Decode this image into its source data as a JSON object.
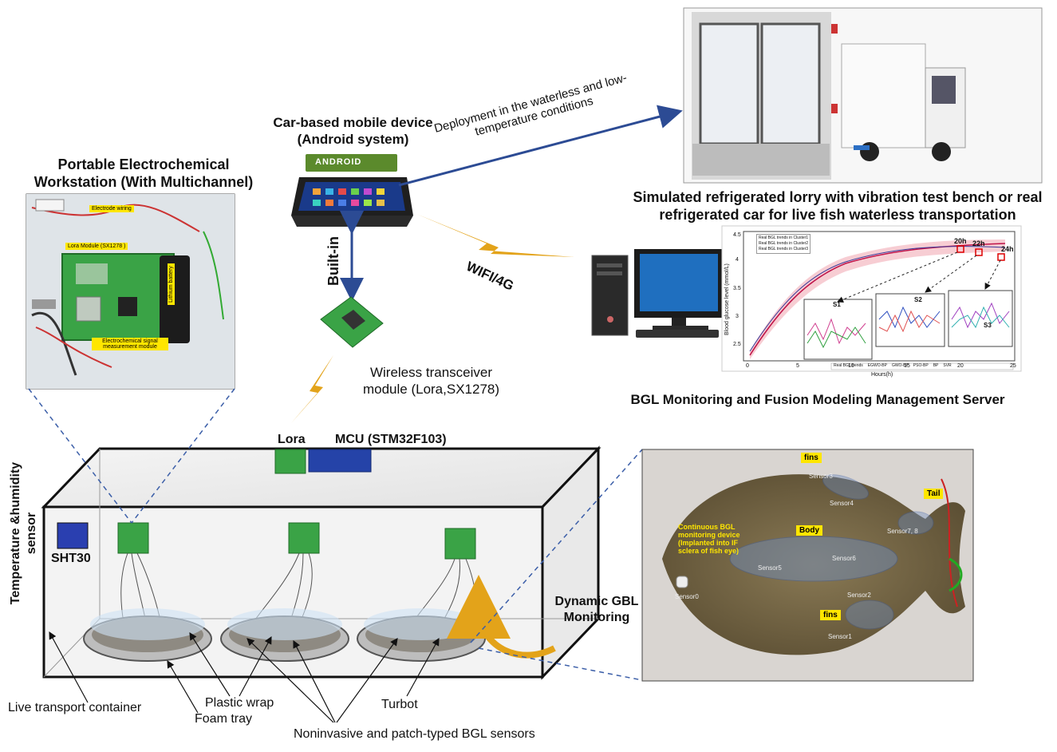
{
  "labels": {
    "workstation": "Portable Electrochemical Workstation (With Multichannel)",
    "mobile_device": "Car-based mobile device (Android system)",
    "android_brand": "ANDROID",
    "deployment": "Deployment in the waterless and low-temperature conditions",
    "lorry": "Simulated refrigerated lorry  with vibration test bench or real refrigerated car for live fish waterless transportation",
    "built_in": "Built-in",
    "wifi": "WIFI/4G",
    "transceiver": "Wireless transceiver module (Lora,SX1278)",
    "server": "BGL Monitoring and Fusion Modeling Management Server",
    "lora": "Lora",
    "mcu": "MCU (STM32F103)",
    "temp_sensor": "Temperature &humidity sensor",
    "sht30": "SHT30",
    "dynamic": "Dynamic GBL Monitoring",
    "container": "Live transport container",
    "plastic_wrap": "Plastic wrap",
    "foam_tray": "Foam tray",
    "turbot": "Turbot",
    "bgl_sensors": "Noninvasive  and patch-typed BGL sensors"
  },
  "pcb_tags": {
    "electrode": "Electrode wiring",
    "lora_module": "Lora Module (SX1278 )",
    "battery": "Lithium battery",
    "signal": "Electrochemical signal measurement module"
  },
  "fish_photo": {
    "fins_top": "fins",
    "fins_bottom": "fins",
    "tail": "Tail",
    "body": "Body",
    "device": "Continuous BGL monitoring device (Implanted into IF sclera of fish eye)",
    "sensors": [
      "Sensor0",
      "Sensor1",
      "Sensor2",
      "Sensor3",
      "Sensor4",
      "Sensor5",
      "Sensor6",
      "Sensor7, 8"
    ]
  },
  "server_chart": {
    "ylabel": "Blood glucose level (mmol/L)",
    "xlabel": "Hours(h)",
    "x_ticks": [
      "0",
      "5",
      "10",
      "15",
      "20",
      "25"
    ],
    "y_ticks": [
      "2.5",
      "3",
      "3.5",
      "4",
      "4.5"
    ],
    "markers": [
      "20h",
      "22h",
      "24h"
    ],
    "insets": [
      "S1",
      "S2",
      "S3"
    ],
    "legend_top": [
      "Real BGL trends in Cluster1",
      "Real BGL trends in Cluster2",
      "Real BGL trends in Cluster3"
    ],
    "legend_bottom": [
      "Real BGL trends",
      "EGWO-BP",
      "GWO-BP",
      "PSO-BP",
      "BP",
      "SVR"
    ]
  },
  "colors": {
    "arrow_blue": "#2c4b94",
    "bolt_gold": "#e3a31a",
    "tag_yellow": "#ffe600",
    "pcb_green": "#3aa346",
    "dashed": "#3b5ea8"
  }
}
